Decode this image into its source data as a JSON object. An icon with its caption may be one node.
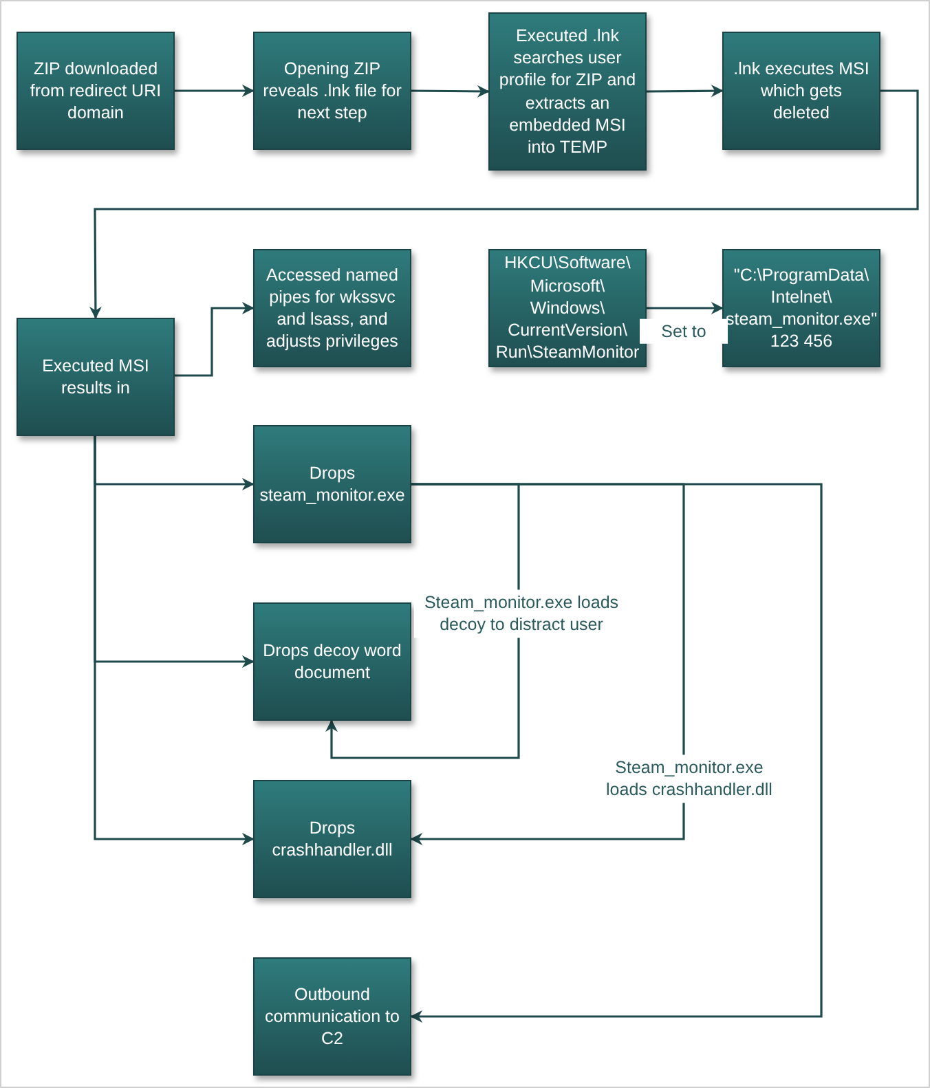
{
  "diagram": {
    "nodes": [
      {
        "text": [
          "ZIP downloaded from redirect URI domain"
        ]
      },
      {
        "text": [
          "Opening ZIP reveals .lnk file for next step"
        ]
      },
      {
        "text": [
          "Executed .lnk searches user profile for ZIP and extracts an embedded MSI into TEMP"
        ]
      },
      {
        "text": [
          ".lnk executes MSI which gets deleted"
        ]
      },
      {
        "text": [
          "Executed MSI results in"
        ]
      },
      {
        "text": [
          "Accessed named pipes for wkssvc and lsass, and adjusts privileges"
        ]
      },
      {
        "text": [
          "HKCU\\Software\\ Microsoft\\ Windows\\ CurrentVersion\\ Run\\SteamMonitor"
        ]
      },
      {
        "text": [
          "\"C:\\ProgramData\\ Intelnet\\ steam_monitor.exe\" 123 456"
        ]
      },
      {
        "text": [
          "Drops steam_monitor.exe"
        ]
      },
      {
        "text": [
          "Drops decoy word document"
        ]
      },
      {
        "text": [
          "Drops crashhandler.dll"
        ]
      },
      {
        "text": [
          "Outbound communication to C2"
        ]
      }
    ],
    "edges": [
      {
        "from": 0,
        "to": 1,
        "arrow": "to"
      },
      {
        "from": 1,
        "to": 2,
        "arrow": "to"
      },
      {
        "from": 2,
        "to": 3,
        "arrow": "to"
      },
      {
        "from": 3,
        "to": 4,
        "arrow": "to"
      },
      {
        "from": 4,
        "to": 5,
        "arrow": "to"
      },
      {
        "from": 6,
        "to": 7,
        "arrow": "to",
        "label": "Set to"
      },
      {
        "from": 4,
        "to": 8,
        "arrow": "to"
      },
      {
        "from": 4,
        "to": 9,
        "arrow": "to"
      },
      {
        "from": 4,
        "to": 10,
        "arrow": "to"
      },
      {
        "from": 8,
        "to": 9,
        "arrow": "to",
        "label": "Steam_monitor.exe loads decoy to distract user"
      },
      {
        "from": 8,
        "to": 10,
        "arrow": "to",
        "label": "Steam_monitor.exe loads crashhandler.dll"
      },
      {
        "from": 8,
        "to": 11,
        "arrow": "to"
      }
    ]
  }
}
